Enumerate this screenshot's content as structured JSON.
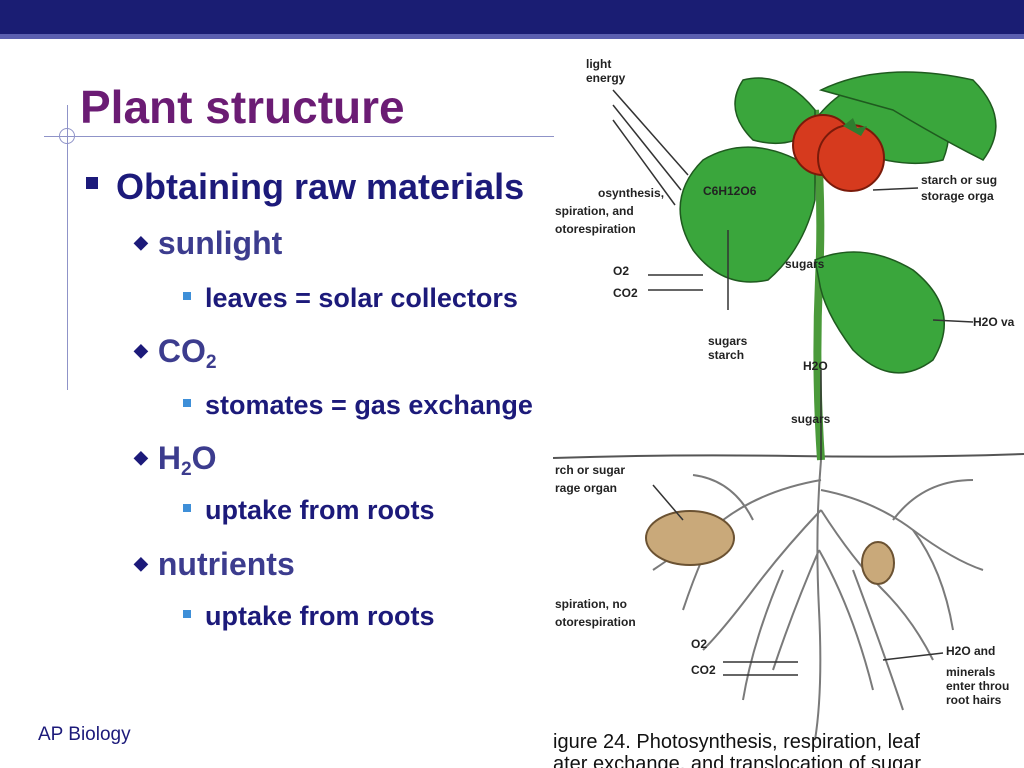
{
  "slide": {
    "title": "Plant structure",
    "footer": "AP Biology"
  },
  "bullets": {
    "l1": "Obtaining raw materials",
    "sunlight": "sunlight",
    "sunlight_sub": "leaves = solar collectors",
    "co2_main": "CO",
    "co2_sub_num": "2",
    "co2_sub": "stomates = gas exchange",
    "h2o_h": "H",
    "h2o_num": "2",
    "h2o_o": "O",
    "h2o_sub": "uptake from roots",
    "nutrients": "nutrients",
    "nutrients_sub": "uptake from roots"
  },
  "diagram": {
    "labels": {
      "light_energy_1": "light",
      "light_energy_2": "energy",
      "photo_1": "osynthesis,",
      "photo_2": "spiration, and",
      "photo_3": "otorespiration",
      "glucose": "C6H12O6",
      "o2": "O2",
      "co2": "CO2",
      "starch_top_1": "starch or sug",
      "starch_top_2": "storage orga",
      "sugars_1": "sugars",
      "sugars_starch_1": "sugars",
      "sugars_starch_2": "starch",
      "h2o_vapor": "H2O va",
      "h2o_stem": "H2O",
      "sugars_2": "sugars",
      "starch_root_1": "rch or sugar",
      "starch_root_2": "rage organ",
      "resp_1": "spiration, no",
      "resp_2": "otorespiration",
      "o2_root": "O2",
      "co2_root": "CO2",
      "h2o_min_1": "H2O and",
      "h2o_min_2": "minerals",
      "h2o_min_3": "enter throu",
      "h2o_min_4": "root hairs"
    },
    "caption_1": "igure 24. Photosynthesis, respiration, leaf",
    "caption_2": "ater exchange, and translocation of sugar"
  },
  "colors": {
    "top_bar": "#1a1d73",
    "title": "#6b1c74",
    "text_dark": "#1c1a7a",
    "text_l2": "#3c3c8e",
    "bullet_l3": "#3e8fd8",
    "leaf": "#3aa63c",
    "tomato": "#d63a1e",
    "potato": "#c9a97a"
  }
}
